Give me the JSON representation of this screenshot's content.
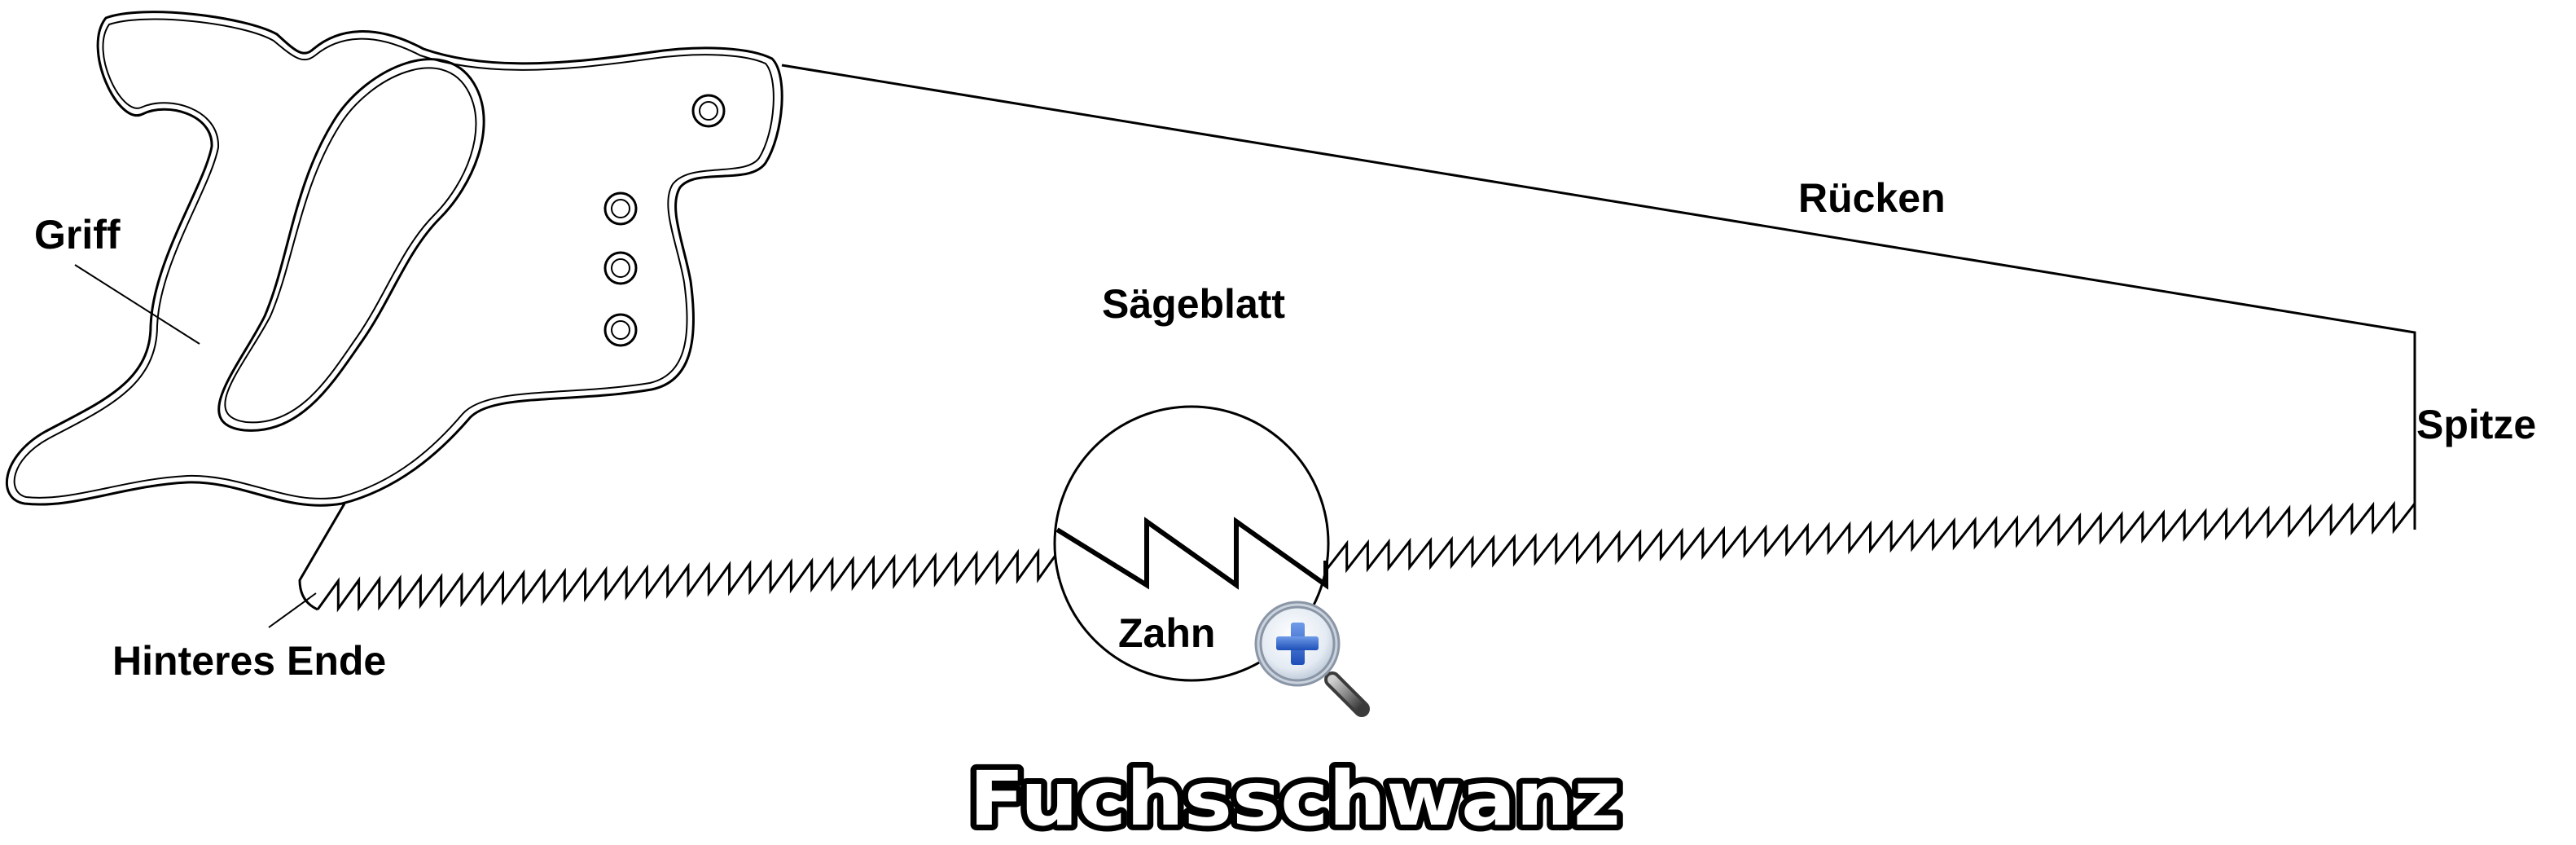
{
  "diagram": {
    "title": "Fuchsschwanz",
    "labels": {
      "griff": "Griff",
      "ruecken": "Rücken",
      "saegeblatt": "Sägeblatt",
      "spitze": "Spitze",
      "hinteres_ende": "Hinteres Ende",
      "zahn": "Zahn"
    },
    "icons": {
      "zoom": "magnifier-plus-icon"
    }
  }
}
